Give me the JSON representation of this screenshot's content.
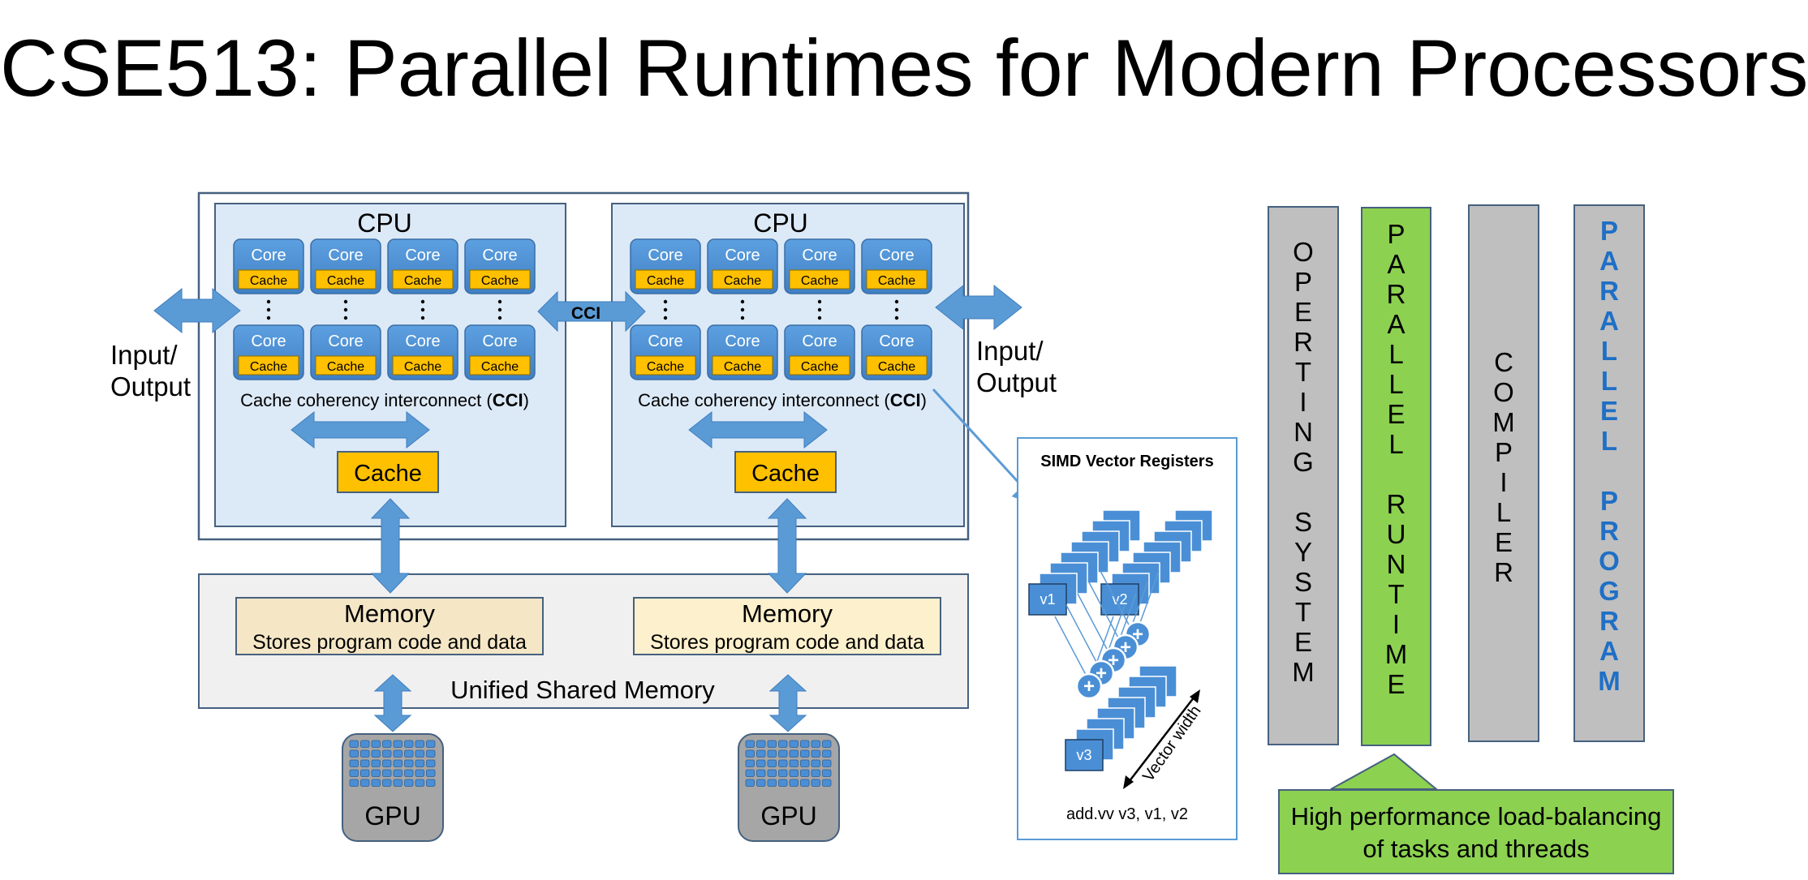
{
  "title": "CSE513: Parallel Runtimes for Modern Processors",
  "cpu_label": "CPU",
  "core_label": "Core",
  "core_cache_label": "Cache",
  "cci_label": "CCI",
  "cci_caption_prefix": "Cache coherency interconnect (",
  "cci_caption_bold": "CCI",
  "cci_caption_suffix": ")",
  "shared_cache_label": "Cache",
  "io_label_line1": "Input/",
  "io_label_line2": "Output",
  "memory_title": "Memory",
  "memory_subtitle": "Stores program code and data",
  "unified_memory_label": "Unified Shared Memory",
  "gpu_label": "GPU",
  "simd": {
    "title": "SIMD Vector Registers",
    "reg_v1": "v1",
    "reg_v2": "v2",
    "reg_v3": "v3",
    "vector_width_label": "Vector width",
    "instruction": "add.vv v3, v1, v2",
    "plus_sign": "+"
  },
  "stack_columns": [
    {
      "id": "operating-system",
      "letters": [
        "O",
        "P",
        "E",
        "R",
        "T",
        "I",
        "N",
        "G",
        " ",
        "S",
        "Y",
        "S",
        "T",
        "E",
        "M"
      ],
      "fill": "#bfbfbf",
      "text_color": "#000000",
      "bold": false
    },
    {
      "id": "parallel-runtime",
      "letters": [
        "P",
        "A",
        "R",
        "A",
        "L",
        "L",
        "E",
        "L",
        " ",
        "R",
        "U",
        "N",
        "T",
        "I",
        "M",
        "E"
      ],
      "fill": "#8cd150",
      "text_color": "#000000",
      "bold": false
    },
    {
      "id": "compiler",
      "letters": [
        "C",
        "O",
        "M",
        "P",
        "I",
        "L",
        "E",
        "R"
      ],
      "fill": "#bfbfbf",
      "text_color": "#000000",
      "bold": false
    },
    {
      "id": "parallel-program",
      "letters": [
        "P",
        "A",
        "R",
        "A",
        "L",
        "L",
        "E",
        "L",
        " ",
        "P",
        "R",
        "O",
        "G",
        "R",
        "A",
        "M"
      ],
      "fill": "#bfbfbf",
      "text_color": "#1f6fc5",
      "bold": true
    }
  ],
  "runtime_note_line1": "High performance load-balancing",
  "runtime_note_line2": "of tasks and threads",
  "colors": {
    "core_blue": "#4a8fd6",
    "cache_orange": "#ffc000",
    "panel_fill": "#dce9f7",
    "panel_border": "#46617f",
    "memory_fill": "#fdf0cc",
    "shared_fill": "#f0f0f0",
    "gpu_fill": "#a6a6a6",
    "arrow_blue": "#5b9bd5",
    "green": "#8cd150"
  }
}
